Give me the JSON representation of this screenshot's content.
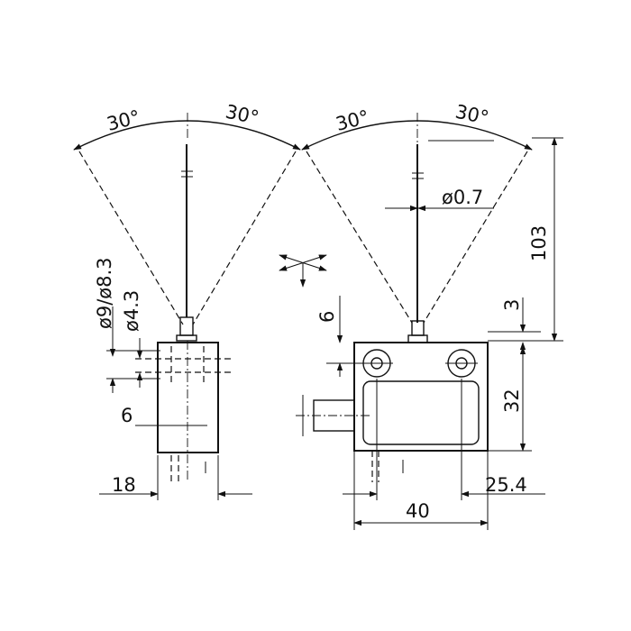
{
  "drawing": {
    "left_view": {
      "angle_left": "30°",
      "angle_right": "30°",
      "dim_diameter_cable": "ø9/ø8.3",
      "dim_diameter_rod": "ø4.3",
      "dim_offset": "6",
      "dim_width": "18"
    },
    "right_view": {
      "angle_left": "30°",
      "angle_right": "30°",
      "dim_diameter_wire": "ø0.7",
      "dim_total_height": "103",
      "dim_top_offset": "6",
      "dim_cap": "3",
      "dim_body_height": "32",
      "dim_hole_spacing": "25.4",
      "dim_width": "40"
    }
  }
}
